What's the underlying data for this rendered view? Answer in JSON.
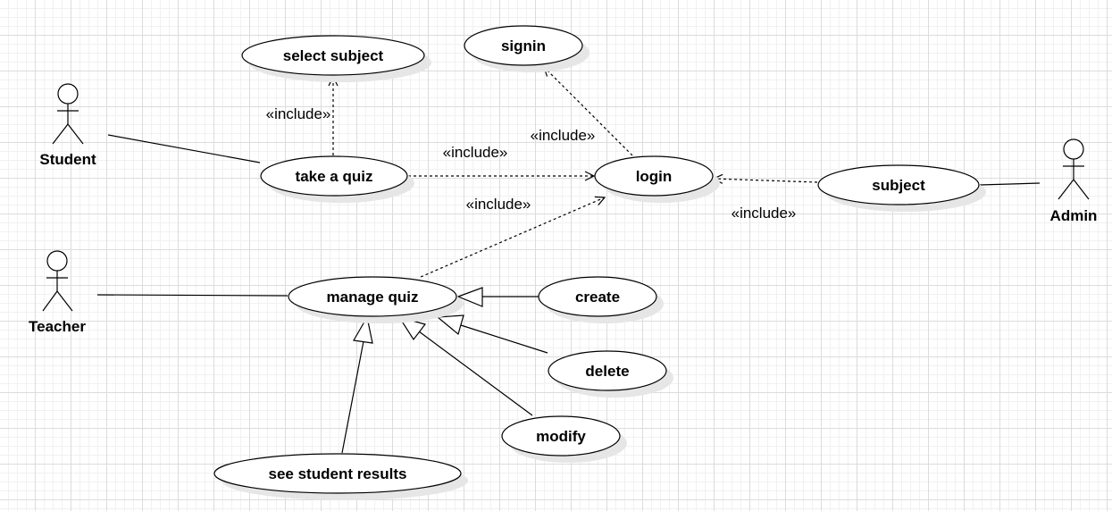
{
  "diagram": {
    "actors": {
      "student": "Student",
      "teacher": "Teacher",
      "admin": "Admin"
    },
    "use_cases": {
      "select_subject": "select subject",
      "signin": "signin",
      "take_quiz": "take a quiz",
      "login": "login",
      "subject": "subject",
      "manage_quiz": "manage quiz",
      "create": "create",
      "delete": "delete",
      "modify": "modify",
      "see_results": "see student results"
    },
    "relations": {
      "include_take_select": "«include»",
      "include_login_signin": "«include»",
      "include_take_login": "«include»",
      "include_manage_login": "«include»",
      "include_subject_login": "«include»"
    },
    "colors": {
      "line": "#000000",
      "fill": "#ffffff",
      "shadow": "#e6e6e6"
    }
  }
}
